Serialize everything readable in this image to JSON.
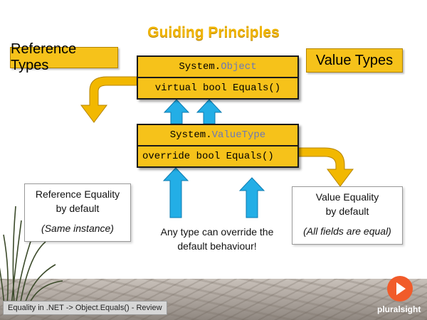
{
  "title": "Guiding Principles",
  "reference_types_label": "Reference Types",
  "value_types_label": "Value Types",
  "system_object": {
    "prefix": "System.",
    "name": "Object",
    "method": "virtual bool Equals()"
  },
  "system_valuetype": {
    "prefix": "System.",
    "name": "ValueType",
    "method": "override bool Equals()"
  },
  "reference_note": {
    "line1": "Reference Equality",
    "line2": "by default",
    "line3": "(Same instance)"
  },
  "value_note": {
    "line1": "Value Equality",
    "line2": "by default",
    "line3": "(All fields are equal)"
  },
  "override_caption": {
    "line1": "Any type can override the",
    "line2": "default behaviour!"
  },
  "footer_title": "Equality in .NET -> Object.Equals() - Review",
  "brand": "pluralsight",
  "colors": {
    "box_fill": "#f6c21a",
    "arrow_yellow": "#f2b800",
    "arrow_blue": "#23aee6",
    "title": "#f0b400",
    "type_name": "#6a78b8",
    "brand_orange": "#f15b2a"
  }
}
